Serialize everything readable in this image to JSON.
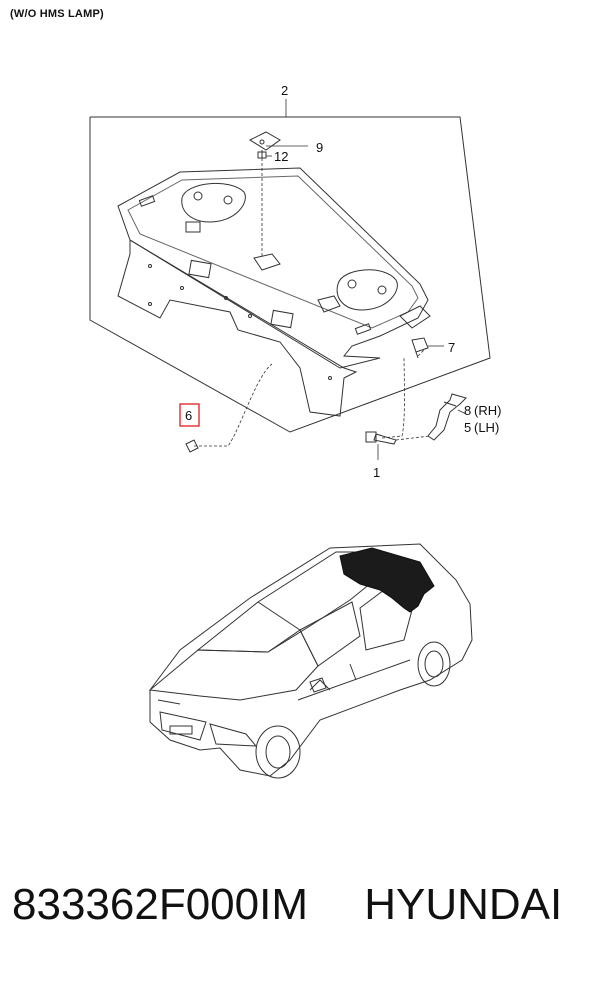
{
  "header": {
    "note": "(W/O HMS LAMP)"
  },
  "callouts": {
    "c1": "1",
    "c2": "2",
    "c5": "5",
    "c5_side": "(LH)",
    "c6": "6",
    "c7": "7",
    "c8": "8",
    "c8_side": "(RH)",
    "c9": "9",
    "c12": "12"
  },
  "highlight": {
    "color": "#e23b3b",
    "callout": "6"
  },
  "footer": {
    "part_number": "833362F000IM",
    "brand": "HYUNDAI"
  },
  "icons": [
    "package-tray-drawing",
    "car-silhouette-drawing"
  ]
}
